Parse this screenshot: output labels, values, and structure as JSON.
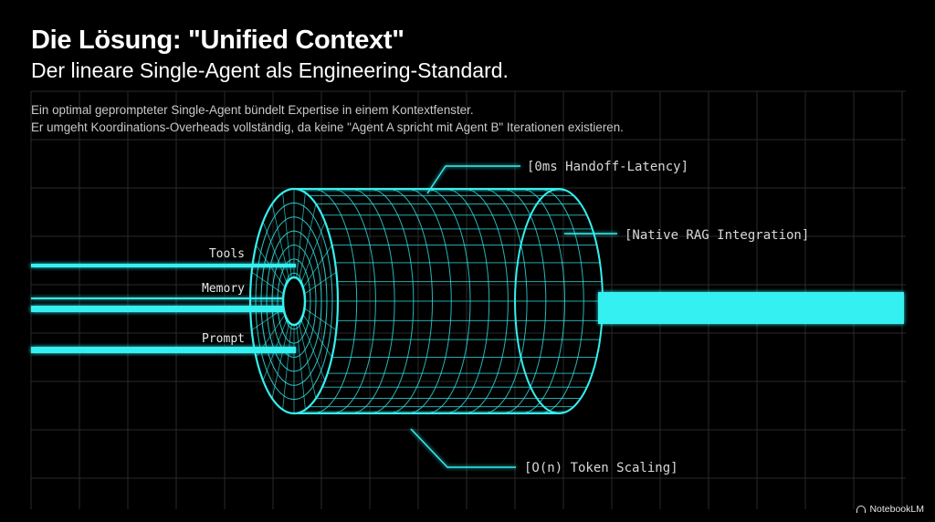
{
  "header": {
    "title": "Die Lösung: \"Unified Context\"",
    "subtitle": "Der lineare Single-Agent als Engineering-Standard."
  },
  "description": {
    "line1": "Ein optimal geprompteter Single-Agent bündelt Expertise in einem Kontextfenster.",
    "line2": "Er umgeht Koordinations-Overheads vollständig, da keine \"Agent A spricht mit Agent B\" Iterationen existieren."
  },
  "diagram": {
    "inputs": [
      "Tools",
      "Memory",
      "Prompt"
    ],
    "callouts": {
      "top": "[0ms Handoff-Latency]",
      "right": "[Native RAG Integration]",
      "bottom": "[O(n) Token Scaling]"
    },
    "accent_color": "#35f0f0"
  },
  "branding": {
    "label": "NotebookLM"
  }
}
